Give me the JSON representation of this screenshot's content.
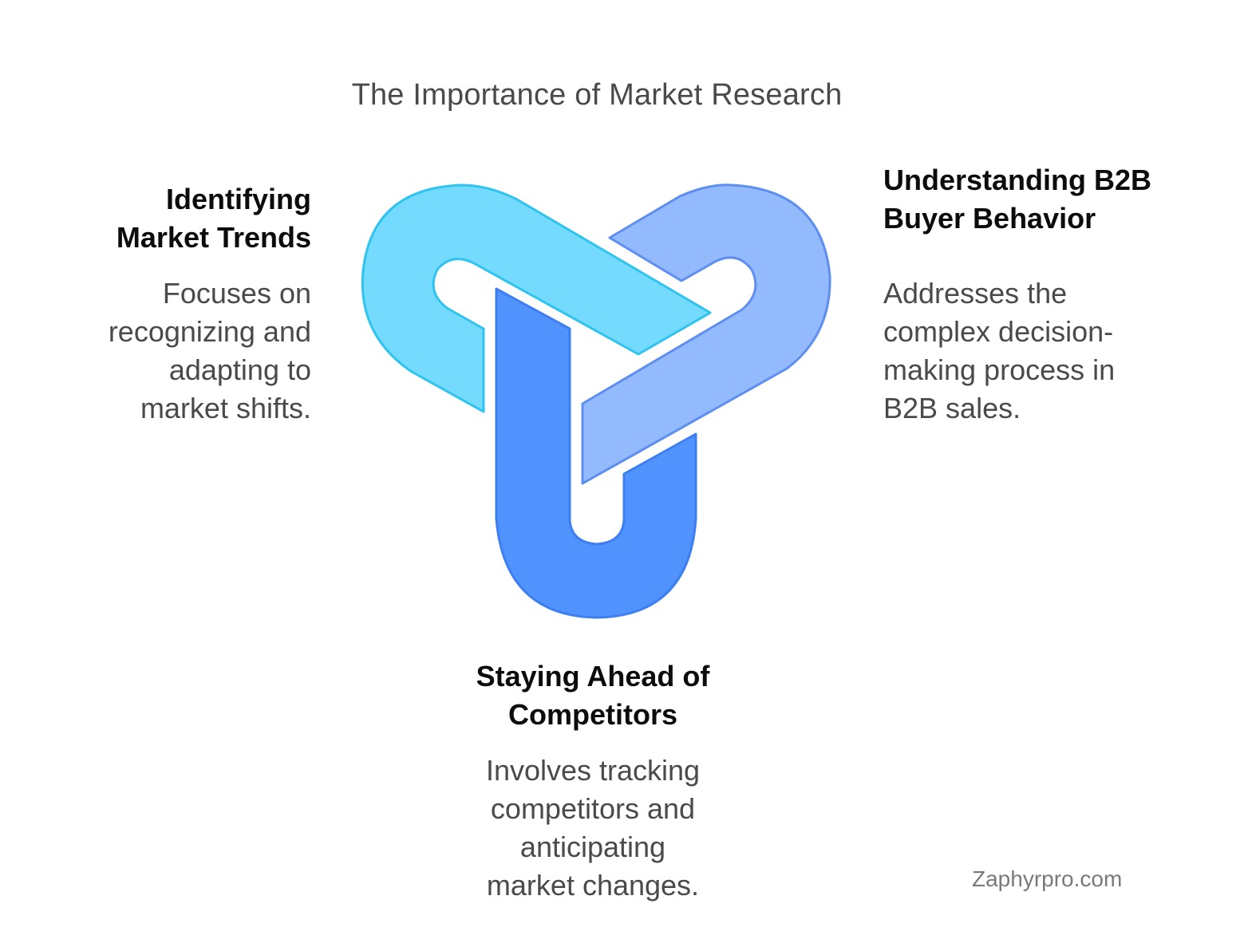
{
  "title": "The Importance of Market Research",
  "sections": {
    "left": {
      "heading_line1": "Identifying",
      "heading_line2": "Market Trends",
      "desc_lines": [
        "Focuses on",
        "recognizing and",
        "adapting to",
        "market shifts."
      ],
      "color": "#74dbfe"
    },
    "right": {
      "heading_line1": "Understanding B2B",
      "heading_line2": "Buyer Behavior",
      "desc_lines": [
        "Addresses the",
        "complex decision-",
        "making process in",
        "B2B sales."
      ],
      "color": "#94bafe"
    },
    "bottom": {
      "heading_line1": "Staying Ahead of",
      "heading_line2": "Competitors",
      "desc_lines": [
        "Involves tracking",
        "competitors and",
        "anticipating",
        "market changes."
      ],
      "color": "#5092fe"
    }
  },
  "watermark": "Zaphyrpro.com"
}
